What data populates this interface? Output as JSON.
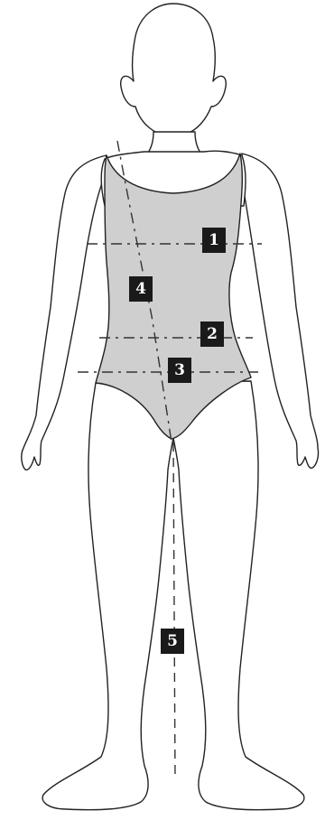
{
  "markers": [
    {
      "id": "1",
      "label": "1"
    },
    {
      "id": "2",
      "label": "2"
    },
    {
      "id": "3",
      "label": "3"
    },
    {
      "id": "4",
      "label": "4"
    },
    {
      "id": "5",
      "label": "5"
    }
  ],
  "colors": {
    "garment_fill": "#cfcfcf",
    "outline": "#222222",
    "marker_background": "#1a1a1a",
    "marker_text": "#ffffff"
  }
}
